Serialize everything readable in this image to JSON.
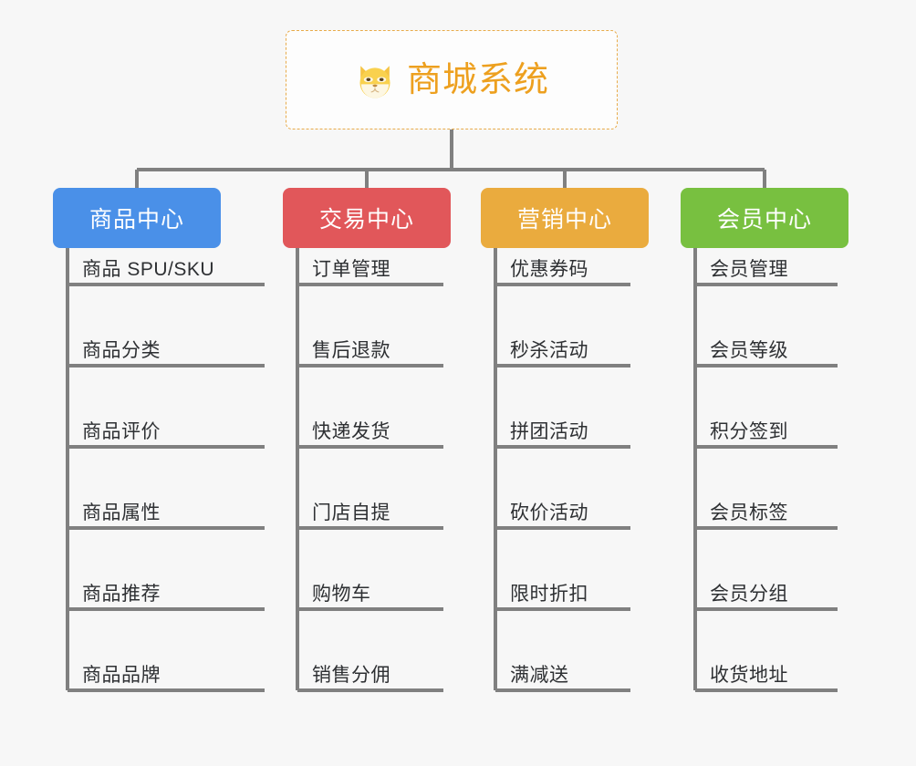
{
  "page": {
    "background_color": "#f7f7f7",
    "type": "mindmap"
  },
  "root": {
    "title": "商城系统",
    "icon": "shiba-dog-face-icon",
    "text_color": "#eda01f",
    "border_color": "#e8ab4a",
    "background_color": "#fdfdfd"
  },
  "connector_color": "#808080",
  "branches": [
    {
      "label": "商品中心",
      "color": "#4a90e8",
      "items": [
        "商品 SPU/SKU",
        "商品分类",
        "商品评价",
        "商品属性",
        "商品推荐",
        "商品品牌"
      ]
    },
    {
      "label": "交易中心",
      "color": "#e1575a",
      "items": [
        "订单管理",
        "售后退款",
        "快递发货",
        "门店自提",
        "购物车",
        "销售分佣"
      ]
    },
    {
      "label": "营销中心",
      "color": "#eaab3e",
      "items": [
        "优惠券码",
        "秒杀活动",
        "拼团活动",
        "砍价活动",
        "限时折扣",
        "满减送"
      ]
    },
    {
      "label": "会员中心",
      "color": "#78c040",
      "items": [
        "会员管理",
        "会员等级",
        "积分签到",
        "会员标签",
        "会员分组",
        "收货地址"
      ]
    }
  ]
}
